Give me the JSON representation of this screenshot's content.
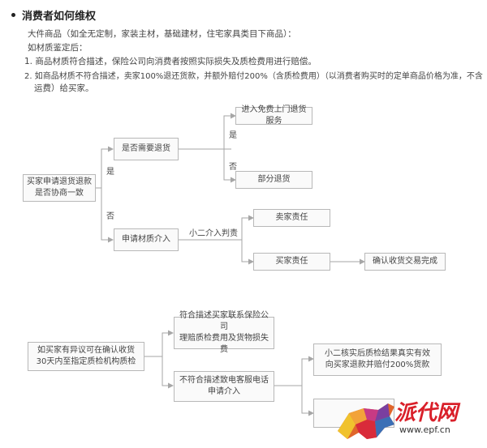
{
  "section": {
    "title": "消费者如何维权",
    "lines": [
      "大件商品（如全无定制，家装主材，基础建材，住宅家具类目下商品）：",
      "如材质鉴定后：",
      "1. 商品材质符合描述，保险公司向消费者按照实际损失及质检费用进行赔偿。",
      "2. 如商品材质不符合描述，卖家100%退还货款，并额外赔付200%（含质检费用）（以消费者购买时的定单商品价格为准，不含",
      "运费）给买家。"
    ]
  },
  "flow1": {
    "start": "买家申请退货退款\n是否协商一致",
    "yes": "是",
    "no": "否",
    "need_return": "是否需要退货",
    "need_yes": "是",
    "need_no": "否",
    "free_pickup": "进入免费上门退货服务",
    "partial_refund": "部分退货",
    "apply_material": "申请材质介入",
    "judge": "小二介入判责",
    "seller_fault": "卖家责任",
    "buyer_fault": "买家责任",
    "confirm_done": "确认收货交易完成"
  },
  "flow2": {
    "start": "如买家有异议可在确认收货\n30天内至指定质检机构质检",
    "match": "符合描述买家联系保险公司\n理赔质检费用及货物损失费",
    "not_match": "不符合描述致电客服电话\n申请介入",
    "verify": "小二核实后质检结果真实有效\n向买家退款并赔付200%货款"
  },
  "watermark": {
    "brand": "派代网",
    "url": "www.epf.cn"
  },
  "colors": {
    "line": "#a6a6a6",
    "box_border": "#b8b8b8",
    "brand_red": "#d9202a"
  }
}
